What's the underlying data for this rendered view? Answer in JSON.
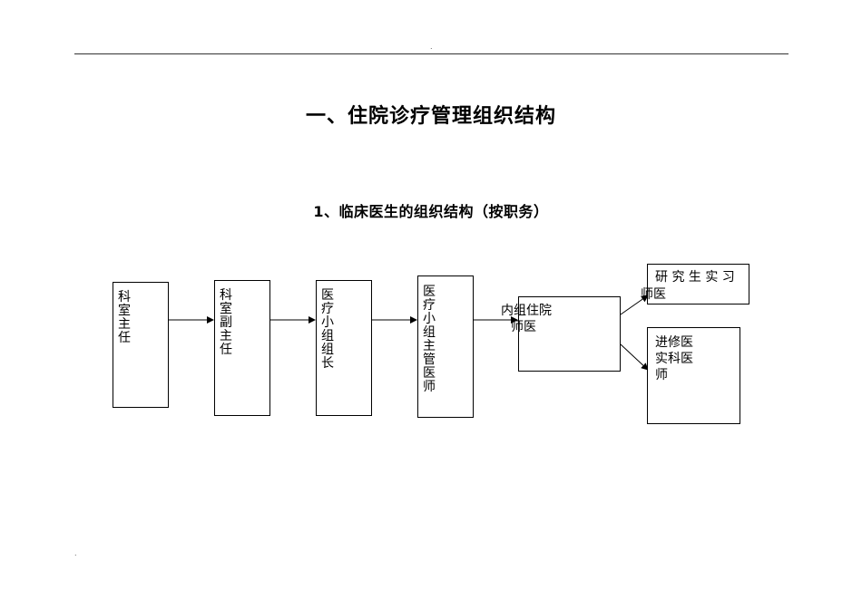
{
  "header": {
    "top_mark": "."
  },
  "footer": {
    "bottom_mark": "."
  },
  "document": {
    "title": "一、住院诊疗管理组织结构",
    "subtitle": "1、临床医生的组织结构（按职务）"
  },
  "org_chart": {
    "nodes": {
      "director": "科室主任",
      "deputy_director": "科室副主任",
      "group_leader": "医疗小组组长",
      "attending": "医疗小组主管医师",
      "resident_line1": "内组住院",
      "resident_line2": "师医",
      "graduate_line1": "研 究 生 实 习",
      "graduate_line2": "师医",
      "visiting_line1": "进修医",
      "visiting_line2": "实科医",
      "visiting_line3": "师"
    }
  }
}
